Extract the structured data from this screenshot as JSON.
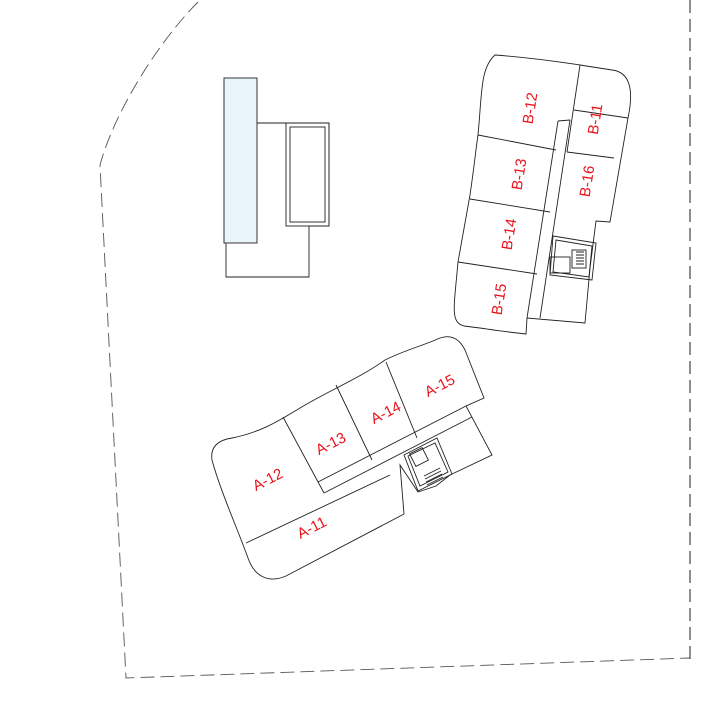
{
  "plan": {
    "colors": {
      "label": "#e8141b",
      "line": "#222222",
      "pool": "#e9f5fb",
      "background": "#ffffff"
    },
    "tower_a_units": [
      {
        "id": "a11",
        "label": "A-11"
      },
      {
        "id": "a12",
        "label": "A-12"
      },
      {
        "id": "a13",
        "label": "A-13"
      },
      {
        "id": "a14",
        "label": "A-14"
      },
      {
        "id": "a15",
        "label": "A-15"
      }
    ],
    "tower_b_units": [
      {
        "id": "b11",
        "label": "B-11"
      },
      {
        "id": "b12",
        "label": "B-12"
      },
      {
        "id": "b13",
        "label": "B-13"
      },
      {
        "id": "b14",
        "label": "B-14"
      },
      {
        "id": "b15",
        "label": "B-15"
      },
      {
        "id": "b16",
        "label": "B-16"
      }
    ]
  }
}
